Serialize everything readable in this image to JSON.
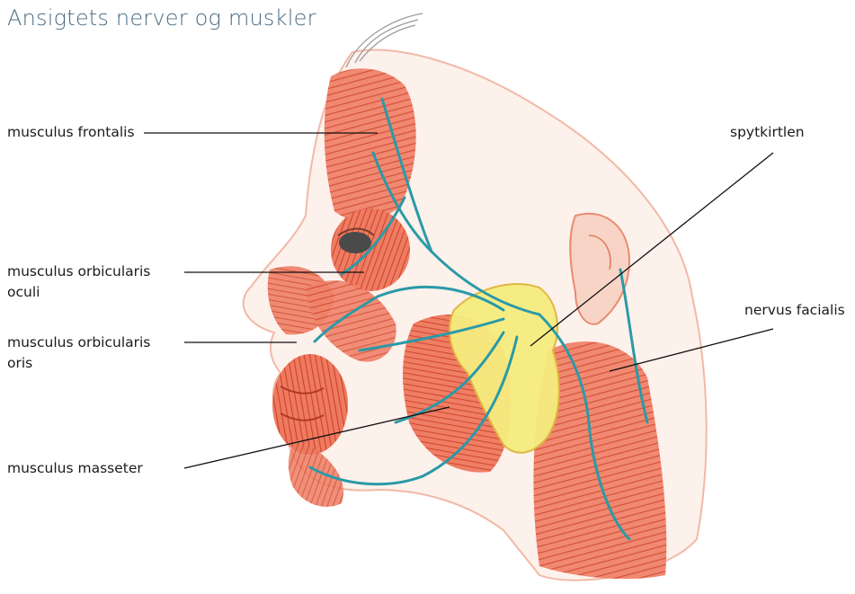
{
  "title": "Ansigtets nerver og muskler",
  "labels": {
    "frontalis": "musculus frontalis",
    "oculi_1": "musculus orbicularis",
    "oculi_2": "oculi",
    "oris_1": "musculus orbicularis",
    "oris_2": "oris",
    "masseter": "musculus masseter",
    "spytkirtlen": "spytkirtlen",
    "facialis": "nervus facialis"
  },
  "colors": {
    "muscle": "#e0654a",
    "muscle_light": "#f3b9a8",
    "nerve": "#2a9aa7",
    "gland": "#f5eb78",
    "gland_outline": "#e0b640",
    "title": "#4a6c83"
  }
}
